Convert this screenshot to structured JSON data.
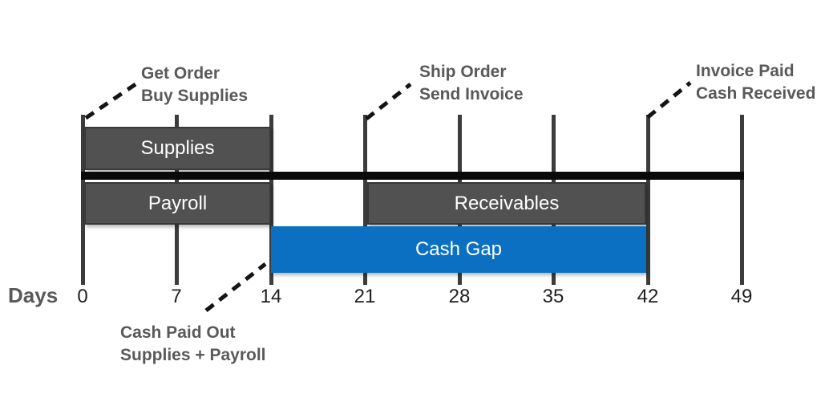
{
  "axis": {
    "label": "Days",
    "ticks": [
      "0",
      "7",
      "14",
      "21",
      "28",
      "35",
      "42",
      "49"
    ]
  },
  "bars": [
    {
      "label": "Supplies",
      "start_day": 0,
      "end_day": 14,
      "row": "above-timeline",
      "color": "#515151"
    },
    {
      "label": "Payroll",
      "start_day": 0,
      "end_day": 14,
      "row": "below-timeline",
      "color": "#515151"
    },
    {
      "label": "Receivables",
      "start_day": 21,
      "end_day": 42,
      "row": "below-timeline",
      "color": "#515151"
    },
    {
      "label": "Cash Gap",
      "start_day": 14,
      "end_day": 42,
      "row": "bottom",
      "color": "#0b70c1"
    }
  ],
  "annotations": [
    {
      "lines": [
        "Get Order",
        "Buy Supplies"
      ],
      "day": 0,
      "position": "top"
    },
    {
      "lines": [
        "Ship Order",
        "Send Invoice"
      ],
      "day": 21,
      "position": "top"
    },
    {
      "lines": [
        "Invoice Paid",
        "Cash Received"
      ],
      "day": 42,
      "position": "top"
    },
    {
      "lines": [
        "Cash Paid Out",
        "Supplies + Payroll"
      ],
      "day": 14,
      "position": "bottom"
    }
  ],
  "chart_data": {
    "type": "bar",
    "subtype": "gantt-timeline",
    "xlabel": "Days",
    "x_ticks": [
      0,
      7,
      14,
      21,
      28,
      35,
      42,
      49
    ],
    "xlim": [
      0,
      49
    ],
    "series": [
      {
        "name": "Supplies",
        "start": 0,
        "end": 14
      },
      {
        "name": "Payroll",
        "start": 0,
        "end": 14
      },
      {
        "name": "Receivables",
        "start": 21,
        "end": 42
      },
      {
        "name": "Cash Gap",
        "start": 14,
        "end": 42
      }
    ]
  },
  "colors": {
    "background": "#ffffff",
    "bar_fill": "#515151",
    "bar_border": "#383838",
    "bar_text": "#ffffff",
    "cash_gap_blue": "#0b70c1",
    "timeline_black": "#0a0a0a",
    "tick_gray": "#3c3c3c",
    "tick_label": "#1f1f1f",
    "annotation_gray": "#595959"
  }
}
